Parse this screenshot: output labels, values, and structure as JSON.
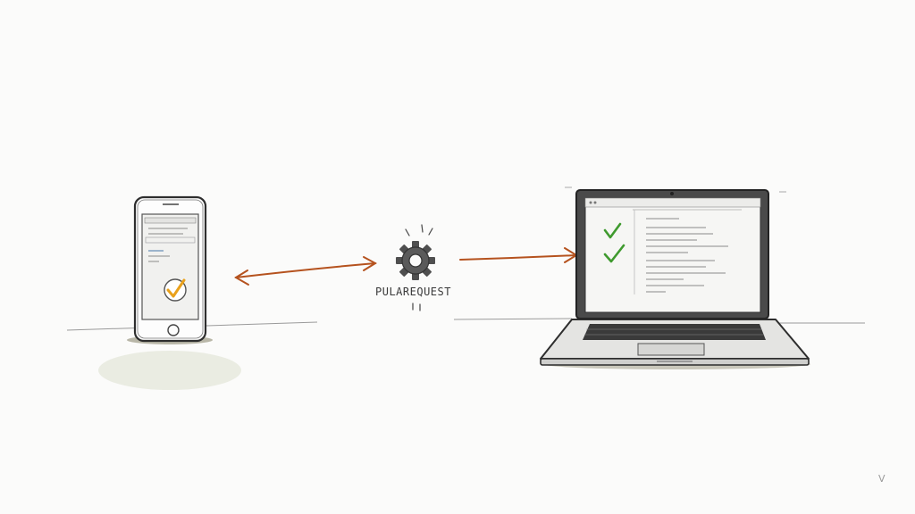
{
  "diagram": {
    "center_label": "PULAREQUEST",
    "corner_mark": "V",
    "colors": {
      "arrow": "#b5521e",
      "check_phone": "#e9a11b",
      "check_laptop": "#3f9a2e",
      "ink": "#333333",
      "gear": "#555555"
    },
    "nodes": {
      "phone": {
        "icon": "smartphone-icon",
        "status": "check"
      },
      "server": {
        "icon": "gear-icon"
      },
      "laptop": {
        "icon": "laptop-icon",
        "status": "checks"
      }
    },
    "edges": [
      {
        "from": "phone",
        "to": "server",
        "direction": "both"
      },
      {
        "from": "server",
        "to": "laptop",
        "direction": "forward"
      }
    ]
  }
}
